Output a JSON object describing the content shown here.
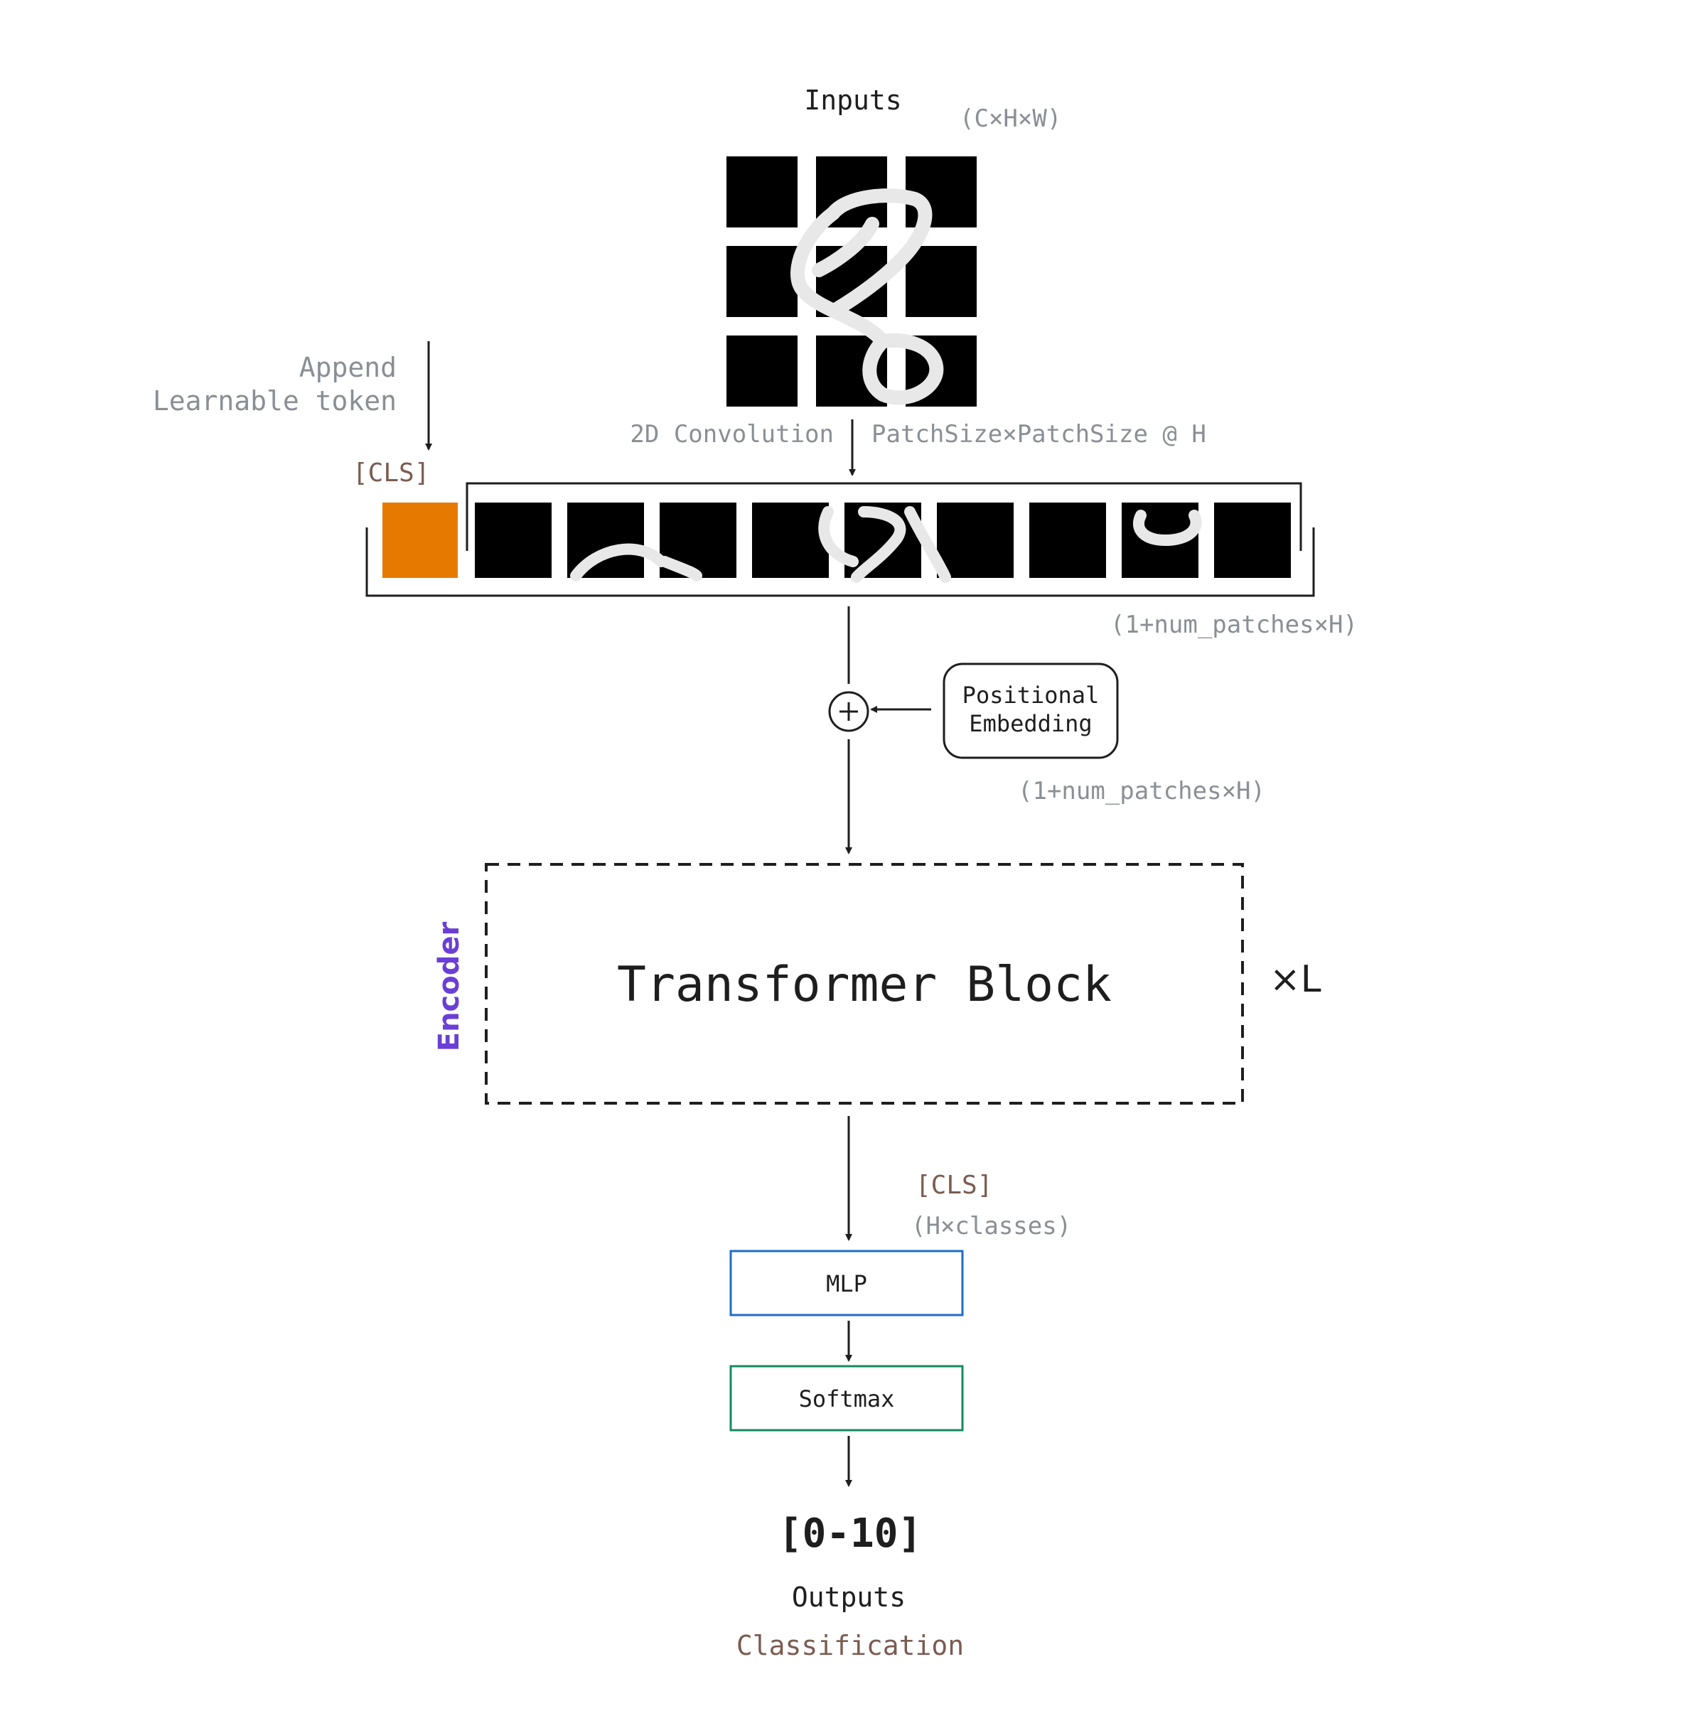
{
  "labels": {
    "inputs": "Inputs",
    "inputs_shape": "(C×H×W)",
    "append_line1": "Append",
    "append_line2": "Learnable token",
    "cls_token": "[CLS]",
    "conv": "2D Convolution",
    "patch_size": "PatchSize×PatchSize @ H",
    "seq_shape": "(1+num_patches×H)",
    "pos_emb_line1": "Positional",
    "pos_emb_line2": "Embedding",
    "pos_emb_shape": "(1+num_patches×H)",
    "encoder": "Encoder",
    "transformer": "Transformer Block",
    "repeat": "×L",
    "cls_out": "[CLS]",
    "cls_out_shape": "(H×classes)",
    "mlp": "MLP",
    "softmax": "Softmax",
    "range": "[0-10]",
    "outputs": "Outputs",
    "classification": "Classification"
  },
  "colors": {
    "cls_token": "#e67a00",
    "mlp_border": "#1f6cc7",
    "softmax_border": "#168a5e",
    "encoder_text": "#6a3fd6",
    "brown_text": "#7b5c51",
    "gray_text": "#8a8f96"
  }
}
